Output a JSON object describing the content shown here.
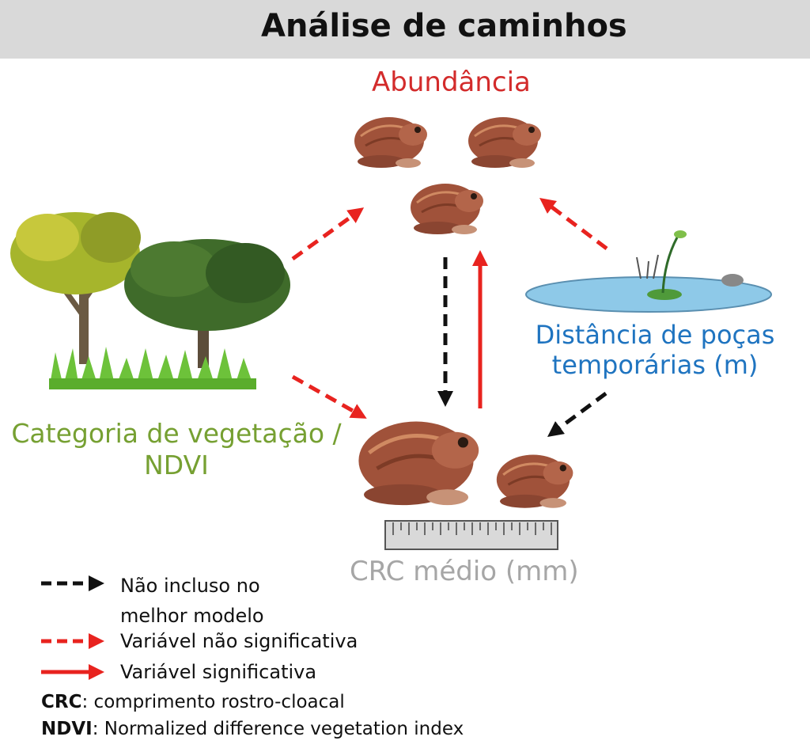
{
  "title": "Análise de caminhos",
  "nodes": {
    "abundance": "Abundância",
    "pond_distance": "Distância de poças temporárias (m)",
    "vegetation": "Categoria de vegetação / NDVI",
    "svl": "CRC médio  (mm)"
  },
  "legend": {
    "not_included": "Não incluso no melhor modelo",
    "not_significant": "Variável não significativa",
    "significant": "Variável significativa"
  },
  "definitions": {
    "crc_abbr": "CRC",
    "crc_text": ": comprimento rostro-cloacal",
    "ndvi_abbr": "NDVI",
    "ndvi_text": ": Normalized difference vegetation index"
  },
  "colors": {
    "abundance": "#d32b2b",
    "pond_distance": "#1f74c0",
    "vegetation": "#76a032",
    "svl": "#a6a6a6",
    "arrow_red": "#e8231f",
    "arrow_black": "#111111"
  },
  "icons": [
    "frog-icon",
    "tree-icon",
    "pond-icon",
    "ruler-icon"
  ]
}
